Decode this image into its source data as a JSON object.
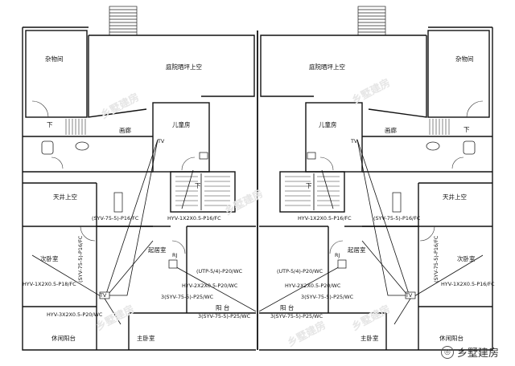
{
  "rooms": {
    "storage": "杂物间",
    "courtyard_void": "庭院晒坪上空",
    "kids_room": "儿童房",
    "corridor": "画廊",
    "patio_void": "天井上空",
    "second_bedroom": "次卧室",
    "living_room": "起居室",
    "balcony": "阳  台",
    "master_bedroom": "主卧室",
    "leisure_balcony": "休闲阳台"
  },
  "labels": {
    "down": "下",
    "tv": "TV",
    "rj": "RJ"
  },
  "cables": {
    "syv_p16": "(SYV-75-5)-P16/FC",
    "hyv_1x2_p16": "HYV-1X2X0.5-P16/FC",
    "hyv_1x2_p18": "HYV-1X2X0.5-P18/FC",
    "utp_p20": "(UTP-5/4)-P20/WC",
    "hyv_2x2_p20": "HYV-2X2X0.5-P20/WC",
    "syv3_p25": "3(SYV-75-5)-P25/WC",
    "hyv_3x2_p20": "HYV-3X2X0.5-P20/WC"
  },
  "watermark": "乡墅建房",
  "brand": "乡墅建房"
}
